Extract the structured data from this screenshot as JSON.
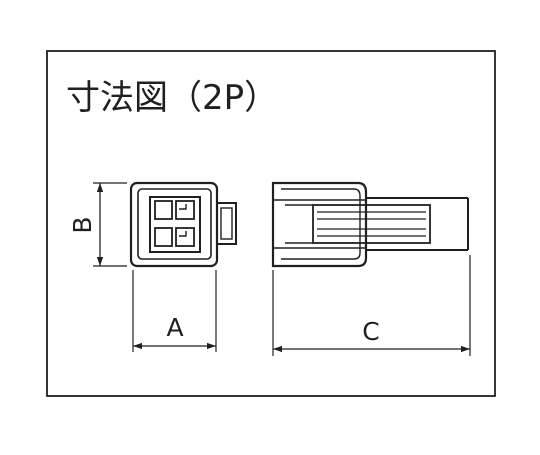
{
  "title": "寸法図（2P）",
  "dimensions": {
    "a": "A",
    "b": "B",
    "c": "C"
  },
  "colors": {
    "line": "#231f20",
    "background": "#ffffff"
  }
}
